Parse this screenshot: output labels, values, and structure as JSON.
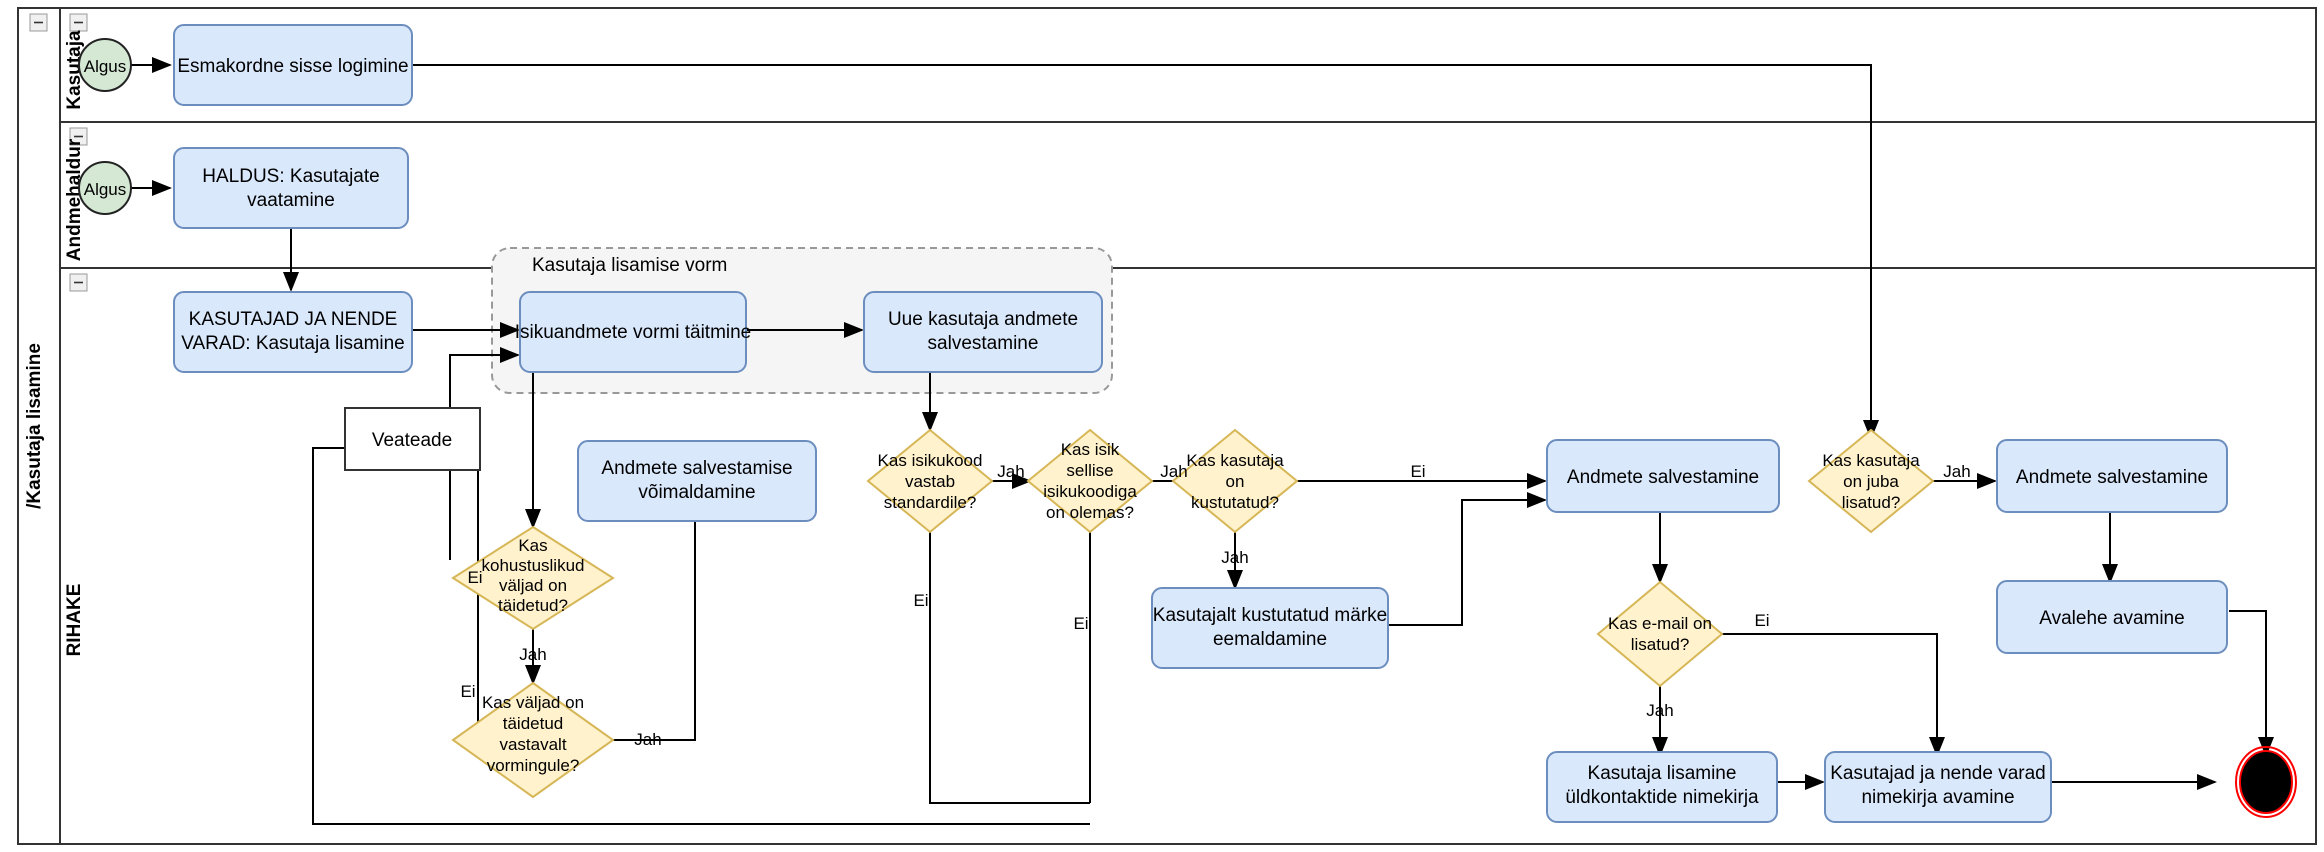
{
  "diagram": {
    "pool_title": "/Kasutaja lisamine",
    "lanes": [
      {
        "id": "kasutaja",
        "label": "Kasutaja"
      },
      {
        "id": "andmehaldur",
        "label": "Andmehaldur"
      },
      {
        "id": "rihake",
        "label": "RIHAKE"
      }
    ],
    "group_label": "Kasutaja lisamise vorm",
    "start_events": [
      {
        "id": "start1",
        "label": "Algus"
      },
      {
        "id": "start2",
        "label": "Algus"
      }
    ],
    "end_event": {
      "id": "end1",
      "label": ""
    },
    "nodes": [
      {
        "id": "n_login",
        "type": "task",
        "label_lines": [
          "Esmakordne sisse logimine"
        ]
      },
      {
        "id": "n_haldus",
        "type": "task",
        "label_lines": [
          "HALDUS: Kasutajate",
          "vaatamine"
        ]
      },
      {
        "id": "n_kasutajad_varad",
        "type": "task",
        "label_lines": [
          "KASUTAJAD JA NENDE",
          "VARAD: Kasutaja lisamine"
        ]
      },
      {
        "id": "n_isikuandmed_vorm",
        "type": "task",
        "label_lines": [
          "Isikuandmete vormi täitmine"
        ]
      },
      {
        "id": "n_uue_kasutaja_salv",
        "type": "task",
        "label_lines": [
          "Uue kasutaja andmete",
          "salvestamine"
        ]
      },
      {
        "id": "n_veateade",
        "type": "plain",
        "label_lines": [
          "Veateade"
        ]
      },
      {
        "id": "n_salv_voimaldamine",
        "type": "task",
        "label_lines": [
          "Andmete salvestamise",
          "võimaldamine"
        ]
      },
      {
        "id": "n_kustutatud_marke",
        "type": "task",
        "label_lines": [
          "Kasutajalt kustutatud märke",
          "eemaldamine"
        ]
      },
      {
        "id": "n_andmete_salv_1",
        "type": "task",
        "label_lines": [
          "Andmete salvestamine"
        ]
      },
      {
        "id": "n_andmete_salv_2",
        "type": "task",
        "label_lines": [
          "Andmete salvestamine"
        ]
      },
      {
        "id": "n_avalehe",
        "type": "task",
        "label_lines": [
          "Avalehe avamine"
        ]
      },
      {
        "id": "n_yldkontaktid",
        "type": "task",
        "label_lines": [
          "Kasutaja lisamine",
          "üldkontaktide nimekirja"
        ]
      },
      {
        "id": "n_nimekirja_avamine",
        "type": "task",
        "label_lines": [
          "Kasutajad ja nende varad",
          "nimekirja avamine"
        ]
      },
      {
        "id": "d_kohustuslikud",
        "type": "decision",
        "label_lines": [
          "Kas",
          "kohustuslikud",
          "väljad on",
          "täidetud?"
        ]
      },
      {
        "id": "d_vormingule",
        "type": "decision",
        "label_lines": [
          "Kas väljad on",
          "täidetud",
          "vastavalt",
          "vormingule?"
        ]
      },
      {
        "id": "d_isikukood",
        "type": "decision",
        "label_lines": [
          "Kas isikukood",
          "vastab",
          "standardile?"
        ]
      },
      {
        "id": "d_isik_olemas",
        "type": "decision",
        "label_lines": [
          "Kas isik",
          "sellise",
          "isikukoodiga",
          "on olemas?"
        ]
      },
      {
        "id": "d_kustutatud",
        "type": "decision",
        "label_lines": [
          "Kas kasutaja",
          "on",
          "kustutatud?"
        ]
      },
      {
        "id": "d_email",
        "type": "decision",
        "label_lines": [
          "Kas e-mail on",
          "lisatud?"
        ]
      },
      {
        "id": "d_juba_lisatud",
        "type": "decision",
        "label_lines": [
          "Kas kasutaja",
          "on juba",
          "lisatud?"
        ]
      }
    ],
    "edge_labels": {
      "kohustuslikud_ei": "Ei",
      "kohustuslikud_jah": "Jah",
      "vormingule_ei": "Ei",
      "vormingule_jah": "Jah",
      "isikukood_jah": "Jah",
      "isikukood_ei": "Ei",
      "isik_olemas_jah": "Jah",
      "isik_olemas_ei": "Ei",
      "kustutatud_jah": "Jah",
      "kustutatud_ei": "Ei",
      "email_jah": "Jah",
      "email_ei": "Ei",
      "juba_lisatud_jah": "Jah"
    },
    "colors": {
      "task_fill": "#dae8fc",
      "task_stroke": "#6c8ebf",
      "decision_fill": "#fff2cc",
      "decision_stroke": "#d6b656",
      "start_fill": "#d5e8d4",
      "end_stroke": "#ff0000",
      "group_fill": "#f5f5f5",
      "line": "#000000"
    }
  }
}
